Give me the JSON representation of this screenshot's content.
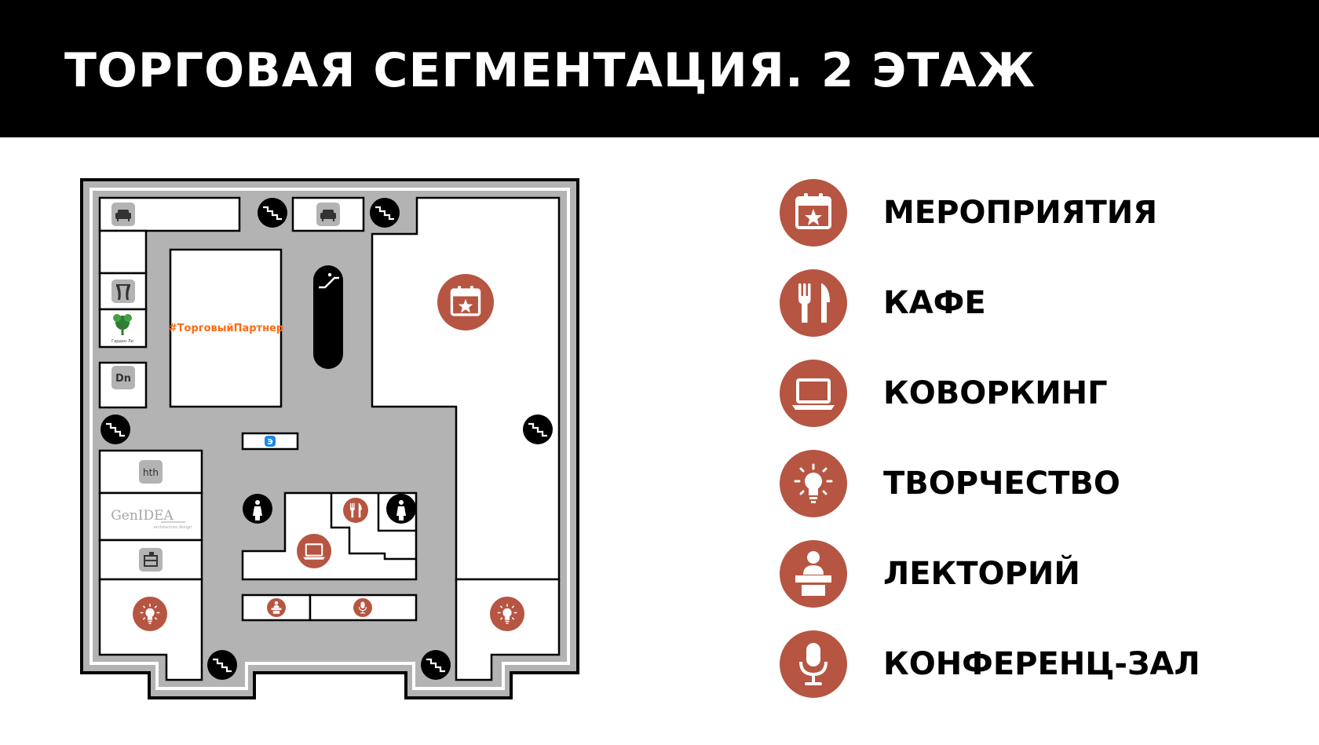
{
  "header": {
    "title": "ТОРГОВАЯ СЕГМЕНТАЦИЯ. 2 ЭТАЖ"
  },
  "colors": {
    "accent": "#b65542",
    "corridor": "#b3b3b3",
    "header_bg": "#000000",
    "legend_text": "#000000",
    "tenant_logo": "#ff6a13",
    "exit_badge": "#1e88e5"
  },
  "plan": {
    "tenant_label": "#ТорговыйПартнер",
    "store_logos": {
      "gardenia": "Гарден·Ли",
      "genidea": "GenIDEA",
      "genidea_sub": "architecture design",
      "hth": "hth",
      "dn": "Dn"
    },
    "exit_badge_label": "Э"
  },
  "legend": {
    "items": [
      {
        "label": "МЕРОПРИЯТИЯ",
        "icon": "calendar-star-icon"
      },
      {
        "label": "КАФЕ",
        "icon": "fork-knife-icon"
      },
      {
        "label": "КОВОРКИНГ",
        "icon": "laptop-icon"
      },
      {
        "label": "ТВОРЧЕСТВО",
        "icon": "lightbulb-icon"
      },
      {
        "label": "ЛЕКТОРИЙ",
        "icon": "lecturer-icon"
      },
      {
        "label": "КОНФЕРЕНЦ-ЗАЛ",
        "icon": "microphone-icon"
      }
    ]
  }
}
